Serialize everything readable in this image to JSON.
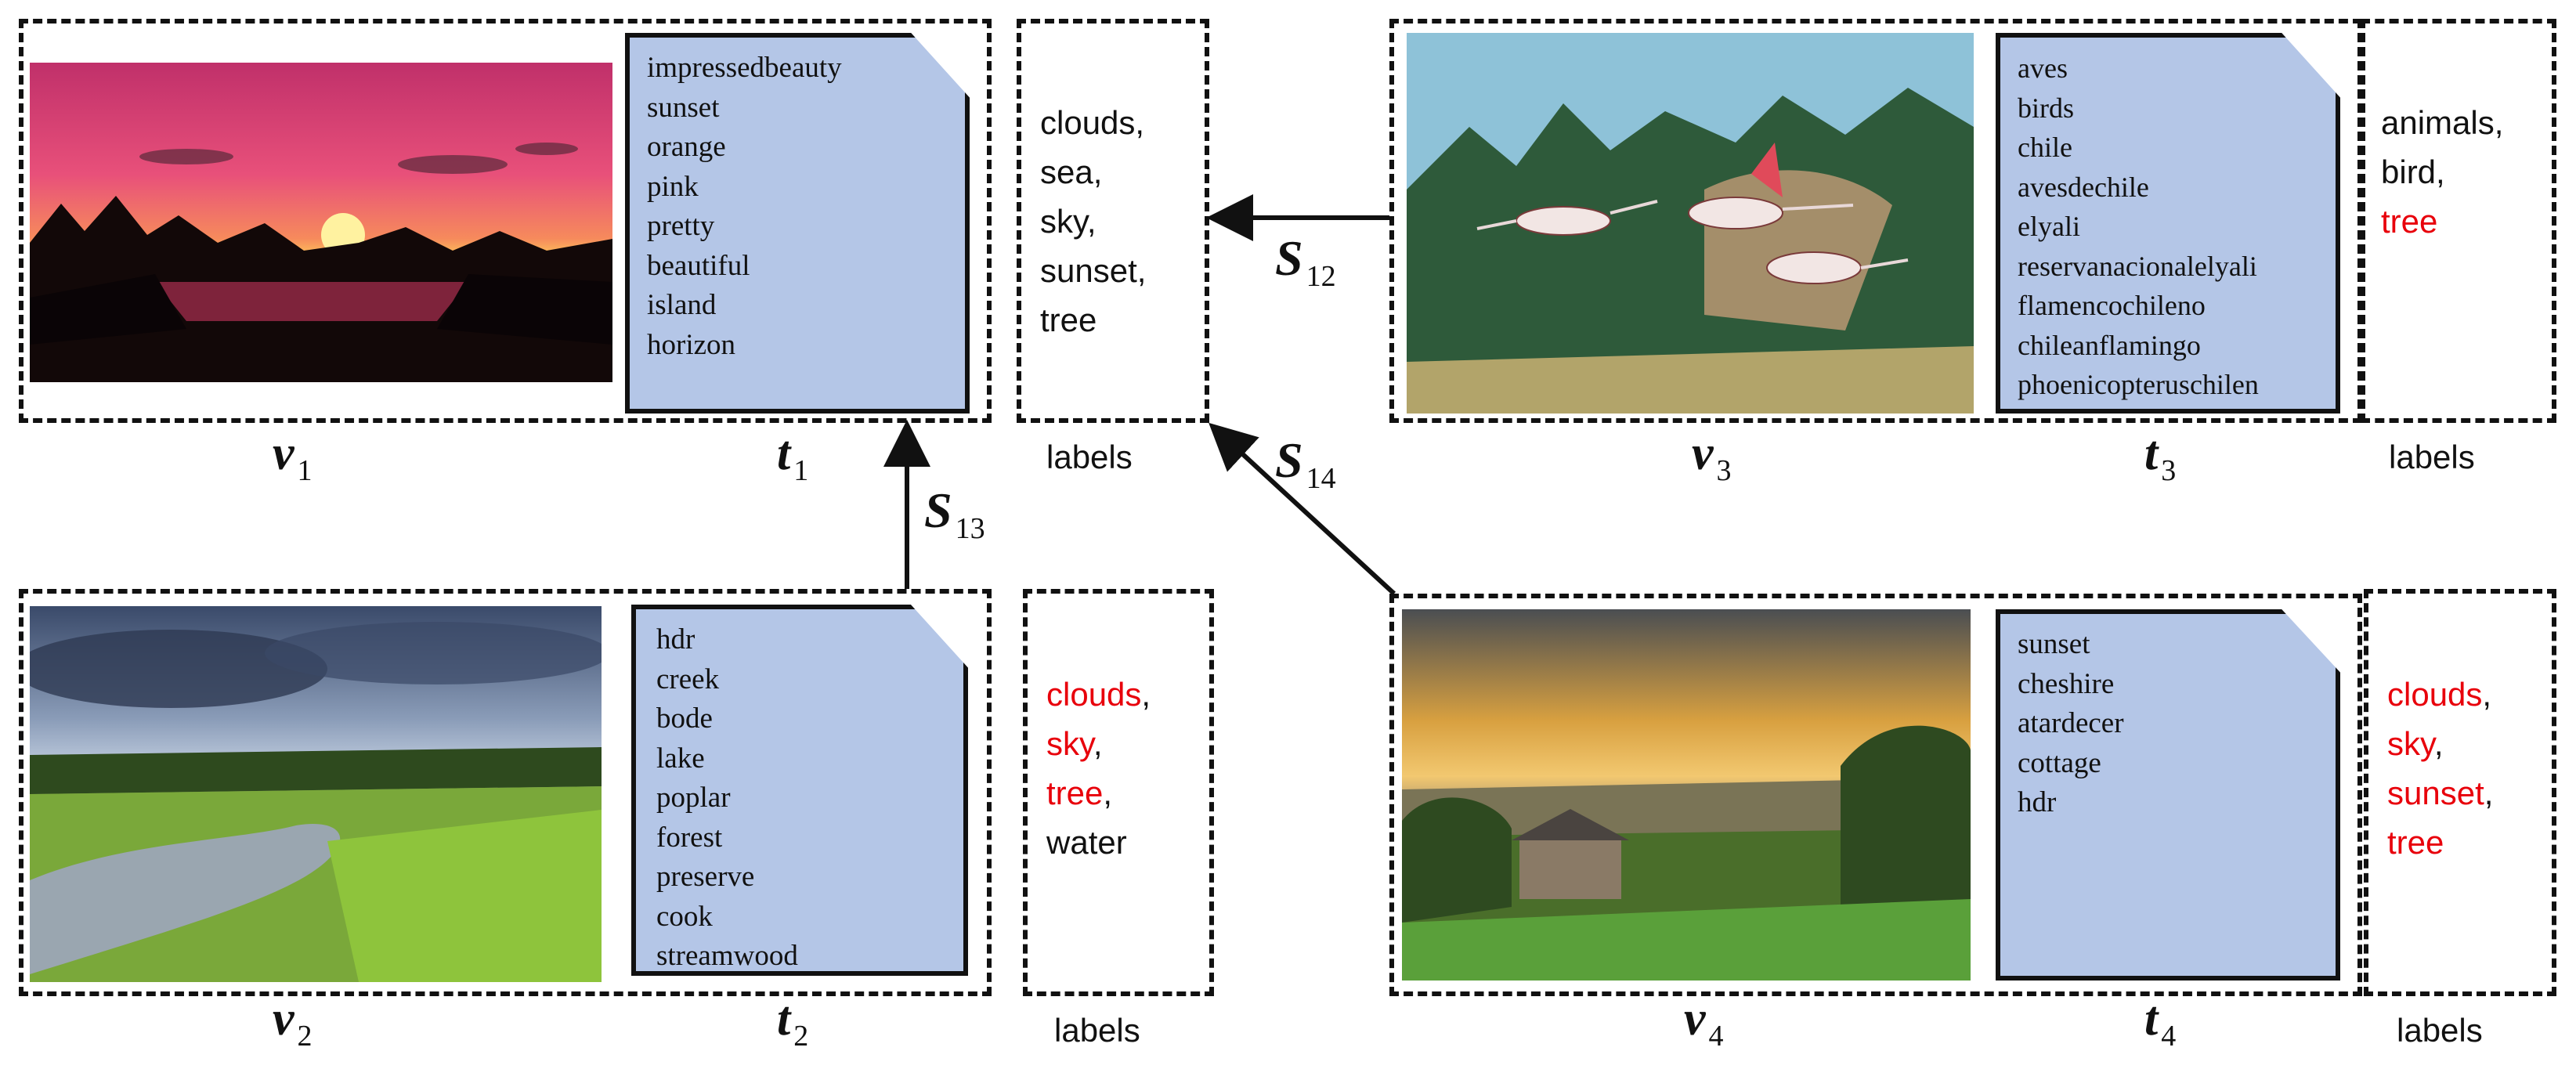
{
  "pairs": {
    "p1": {
      "image_name": "v",
      "image_index": "1",
      "text_name": "t",
      "text_index": "1",
      "tags": [
        "impressedbeauty",
        "sunset",
        "orange",
        "pink",
        "pretty",
        "beautiful",
        "island",
        "horizon"
      ],
      "labels": [
        {
          "text": "clouds,",
          "red": false
        },
        {
          "text": "sea,",
          "red": false
        },
        {
          "text": "sky,",
          "red": false
        },
        {
          "text": "sunset,",
          "red": false
        },
        {
          "text": "tree",
          "red": false
        }
      ],
      "labels_caption": "labels"
    },
    "p2": {
      "image_name": "v",
      "image_index": "2",
      "text_name": "t",
      "text_index": "2",
      "tags": [
        "hdr",
        "creek",
        "bode",
        "lake",
        "poplar",
        "forest",
        "preserve",
        "cook",
        "streamwood"
      ],
      "labels": [
        {
          "text": "clouds",
          "red": true,
          "suffix": ","
        },
        {
          "text": "sky",
          "red": true,
          "suffix": ","
        },
        {
          "text": "tree",
          "red": true,
          "suffix": ","
        },
        {
          "text": "water",
          "red": false,
          "suffix": ""
        }
      ],
      "labels_caption": "labels"
    },
    "p3": {
      "image_name": "v",
      "image_index": "3",
      "text_name": "t",
      "text_index": "3",
      "tags": [
        "aves",
        "birds",
        "chile",
        "avesdechile",
        "elyali",
        "reservanacionalelyali",
        "flamencochileno",
        "chileanflamingo",
        "phoenicopteruschilen"
      ],
      "labels": [
        {
          "text": "animals,",
          "red": false,
          "suffix": ""
        },
        {
          "text": "bird,",
          "red": false,
          "suffix": ""
        },
        {
          "text": "tree",
          "red": true,
          "suffix": ""
        }
      ],
      "labels_caption": "labels"
    },
    "p4": {
      "image_name": "v",
      "image_index": "4",
      "text_name": "t",
      "text_index": "4",
      "tags": [
        "sunset",
        "cheshire",
        "atardecer",
        "cottage",
        "hdr"
      ],
      "labels": [
        {
          "text": "clouds",
          "red": true,
          "suffix": ","
        },
        {
          "text": "sky",
          "red": true,
          "suffix": ","
        },
        {
          "text": "sunset",
          "red": true,
          "suffix": ","
        },
        {
          "text": "tree",
          "red": true,
          "suffix": ""
        }
      ],
      "labels_caption": "labels"
    }
  },
  "edges": {
    "s12": {
      "name": "S",
      "index": "12"
    },
    "s13": {
      "name": "S",
      "index": "13"
    },
    "s14": {
      "name": "S",
      "index": "14"
    }
  },
  "colors": {
    "document_fill": "#b4c6e7",
    "shared_label": "#e8000b",
    "line": "#111111"
  },
  "photos": {
    "p1": "sunset-over-island-photo",
    "p2": "creek-landscape-photo",
    "p3": "flying-flamingos-photo",
    "p4": "countryside-sunset-photo"
  }
}
